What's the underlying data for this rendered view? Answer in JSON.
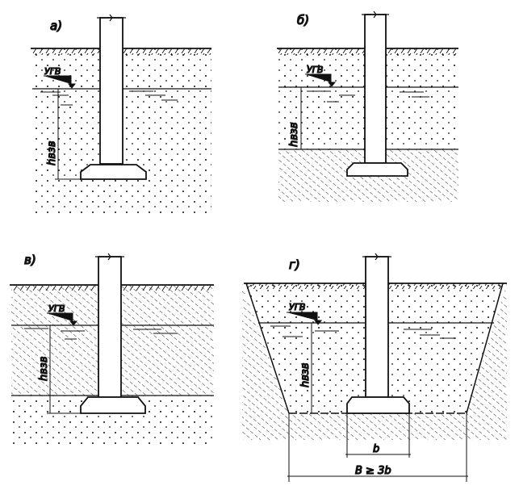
{
  "panels": [
    {
      "label": "а)",
      "gwl": "УГВ",
      "h": "hвзв"
    },
    {
      "label": "б)",
      "gwl": "УГВ",
      "h": "hвзв"
    },
    {
      "label": "в)",
      "gwl": "УГВ",
      "h": "hвзв"
    },
    {
      "label": "г)",
      "gwl": "УГВ",
      "h": "hвзв",
      "b": "b",
      "B": "B ≥ 3b"
    }
  ]
}
